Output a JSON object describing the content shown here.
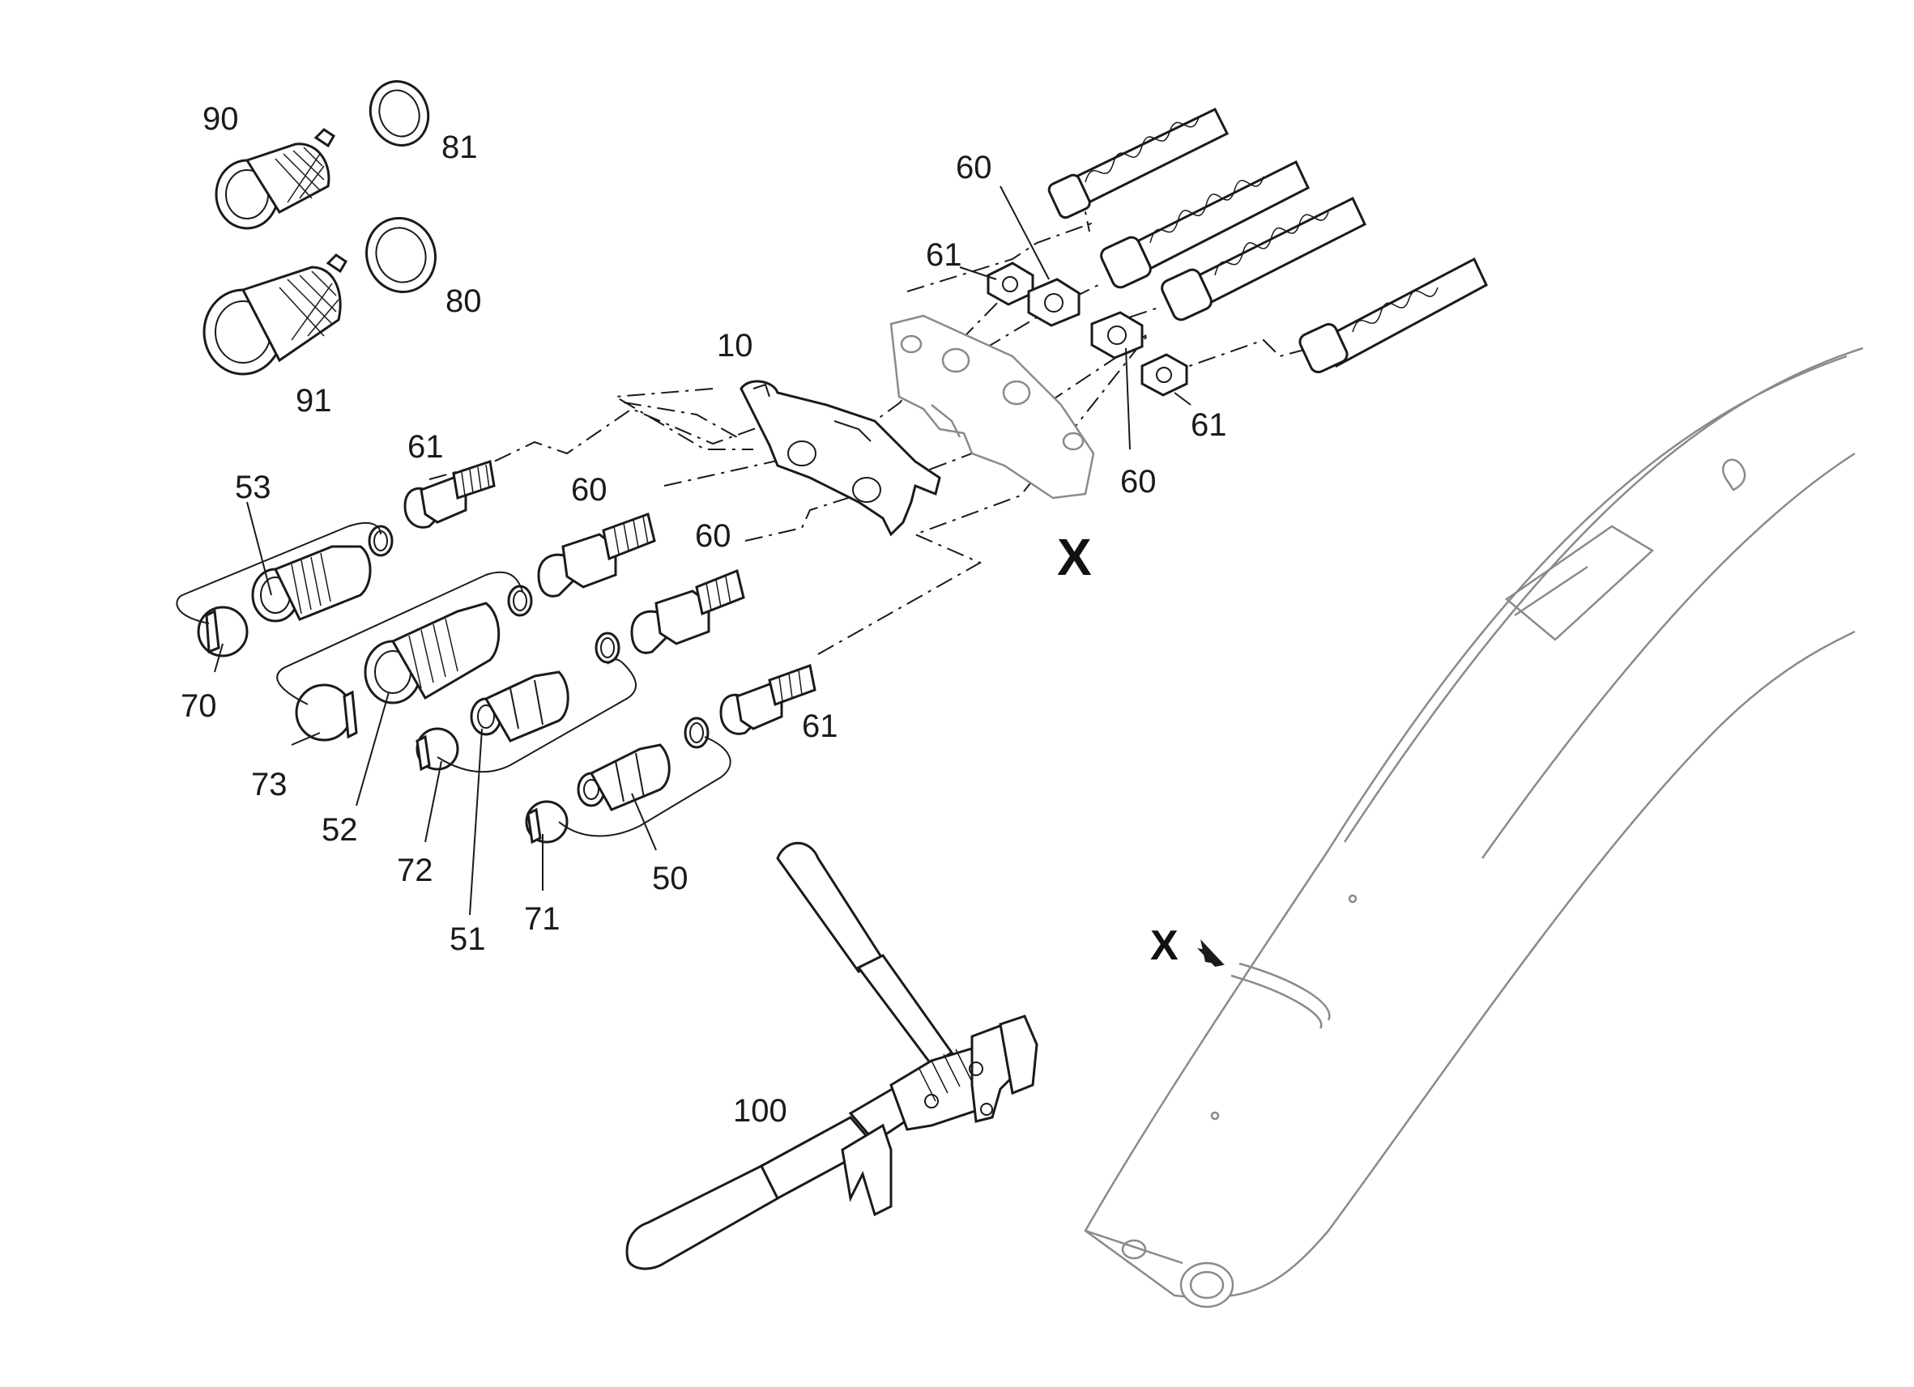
{
  "view_marker": "X",
  "callouts": [
    {
      "id": "10",
      "text": "10"
    },
    {
      "id": "50",
      "text": "50"
    },
    {
      "id": "51",
      "text": "51"
    },
    {
      "id": "52",
      "text": "52"
    },
    {
      "id": "53",
      "text": "53"
    },
    {
      "id": "60a",
      "text": "60"
    },
    {
      "id": "60b",
      "text": "60"
    },
    {
      "id": "60c",
      "text": "60"
    },
    {
      "id": "60d",
      "text": "60"
    },
    {
      "id": "61a",
      "text": "61"
    },
    {
      "id": "61b",
      "text": "61"
    },
    {
      "id": "61c",
      "text": "61"
    },
    {
      "id": "61d",
      "text": "61"
    },
    {
      "id": "70",
      "text": "70"
    },
    {
      "id": "71",
      "text": "71"
    },
    {
      "id": "72",
      "text": "72"
    },
    {
      "id": "73",
      "text": "73"
    },
    {
      "id": "80",
      "text": "80"
    },
    {
      "id": "81",
      "text": "81"
    },
    {
      "id": "90",
      "text": "90"
    },
    {
      "id": "91",
      "text": "91"
    },
    {
      "id": "100",
      "text": "100"
    }
  ],
  "colors": {
    "line": "#1a1a1a",
    "boom_outline": "#8a8a8a",
    "background": "#ffffff"
  }
}
